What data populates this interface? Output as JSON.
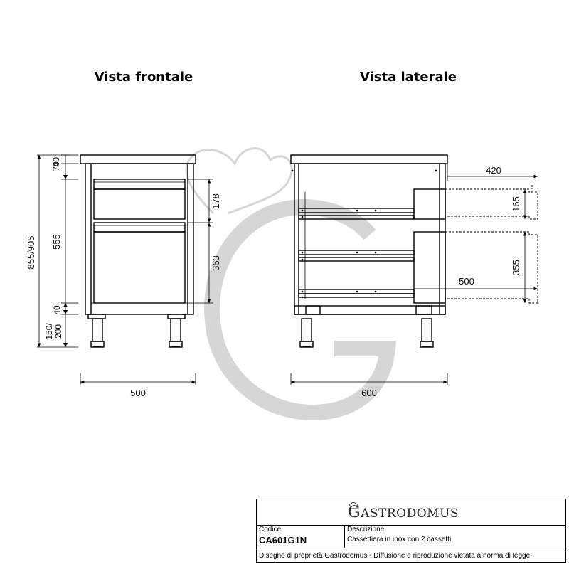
{
  "views": {
    "front_title": "Vista frontale",
    "side_title": "Vista laterale"
  },
  "dimensions": {
    "front": {
      "top_70": "70",
      "top_40": "40",
      "height_555": "555",
      "bottom_40": "40",
      "legs": "150/\n200",
      "legs_a": "150/",
      "legs_b": "200",
      "total": "855/905",
      "drawer_178": "178",
      "drawer_363": "363",
      "width_500": "500"
    },
    "side": {
      "width_600": "600",
      "extension_420": "420",
      "extension_500": "500",
      "drawer_165": "165",
      "drawer_355": "355"
    }
  },
  "title_block": {
    "brand_initial": "G",
    "brand_rest": "ASTRODOMUS",
    "code_label": "Codice",
    "code_value": "CA601G1N",
    "description_label": "Descrizione",
    "description_value": "Cassettiera in inox con 2 cassetti",
    "footer": "Disegno di proprietà Gastrodomus - Diffusione e riproduzione vietata a norma di legge."
  }
}
